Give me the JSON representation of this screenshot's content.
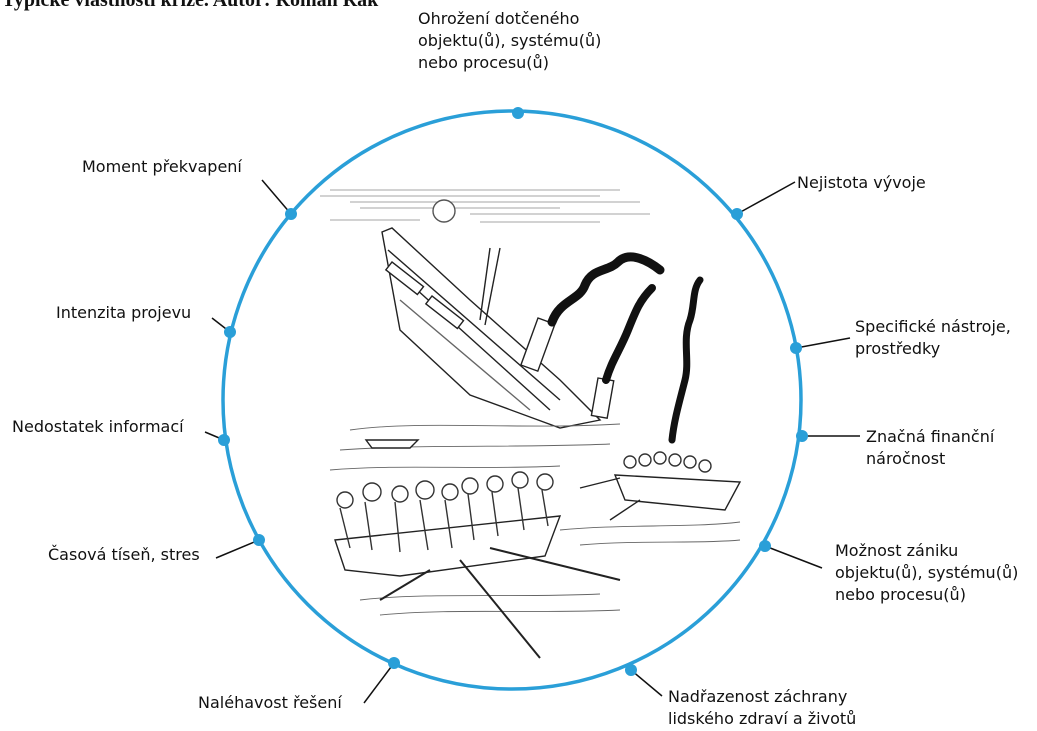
{
  "caption": "Typické vlastnosti krize. Autor: Roman Rak",
  "colors": {
    "circle": "#2a9fd8",
    "leader_line": "#111111",
    "text": "#111111"
  },
  "illustration": {
    "subject": "sinking-ship-with-lifeboats-drawing"
  },
  "labels": {
    "top": [
      "Ohrožení dotčeného",
      "objektu(ů), systému(ů)",
      "nebo procesu(ů)"
    ],
    "surprise": [
      "Moment překvapení"
    ],
    "uncertainty": [
      "Nejistota vývoje"
    ],
    "intensity": [
      "Intenzita projevu"
    ],
    "tools": [
      "Specifické nástroje,",
      "prostředky"
    ],
    "info": [
      "Nedostatek informací"
    ],
    "finance": [
      "Značná finanční",
      "náročnost"
    ],
    "time": [
      "Časová tíseň, stres"
    ],
    "demise": [
      "Možnost zániku",
      "objektu(ů), systému(ů)",
      "nebo procesu(ů)"
    ],
    "urgency": [
      "Naléhavost řešení"
    ],
    "rescue": [
      "Nadřazenost záchrany",
      "lidského zdraví a životů"
    ]
  }
}
